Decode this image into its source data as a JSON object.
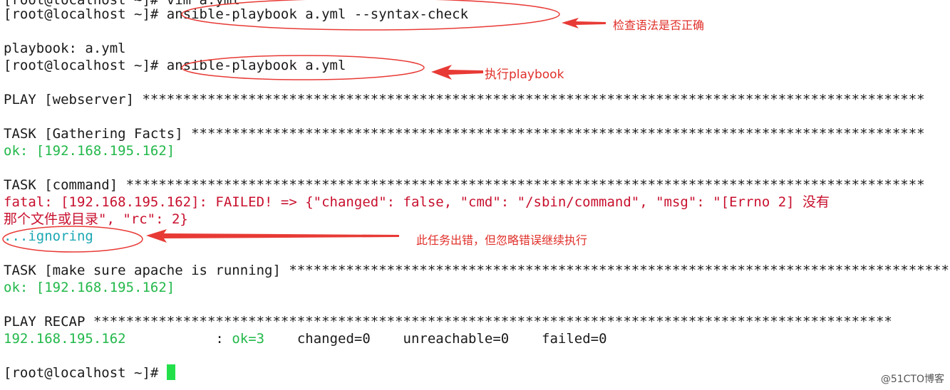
{
  "terminal": {
    "line_top": "[root@localhost ~]# vim a.yml",
    "prompt": "[root@localhost ~]# ",
    "cmd_syntax": "ansible-playbook a.yml --syntax-check",
    "playbook_line": "playbook: a.yml",
    "cmd_run": "ansible-playbook a.yml",
    "play_header": "PLAY [webserver] ************************************************************************************************",
    "task_gather": "TASK [Gathering Facts] ******************************************************************************************",
    "ok_gather": "ok: [192.168.195.162]",
    "task_command": "TASK [command] **************************************************************************************************",
    "fatal_line1": "fatal: [192.168.195.162]: FAILED! => {\"changed\": false, \"cmd\": \"/sbin/command\", \"msg\": \"[Errno 2] 没有",
    "fatal_line2": "那个文件或目录\", \"rc\": 2}",
    "ignoring": "...ignoring",
    "task_apache": "TASK [make sure apache is running] **********************************************************************************",
    "ok_apache": "ok: [192.168.195.162]",
    "recap_header": "PLAY RECAP **************************************************************************************************",
    "recap_host": "192.168.195.162",
    "recap_colon": "           : ",
    "recap_ok": "ok=3",
    "recap_rest": "    changed=0    unreachable=0    failed=0"
  },
  "annotations": {
    "syntax_check": "检查语法是否正确",
    "run_playbook": "执行playbook",
    "ignore_error": "此任务出错，但忽略错误继续执行"
  },
  "watermark": "@51CTO博客",
  "colors": {
    "ok_green": "#22b84a",
    "fatal_red": "#c8102e",
    "ignore_cyan": "#1aa7b3",
    "annotation_red": "#e0302a",
    "cursor_green": "#23e04a"
  }
}
